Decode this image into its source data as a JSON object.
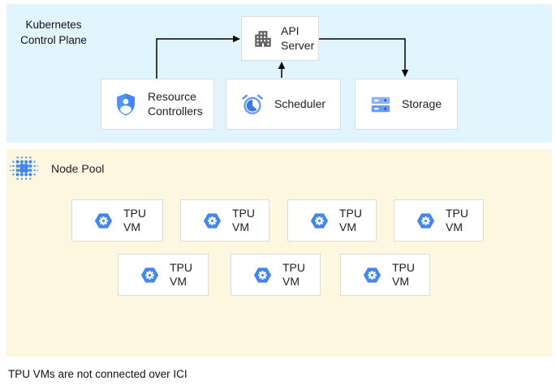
{
  "control_plane": {
    "label": "Kubernetes Control Plane",
    "bg_color": "#e1f5fe",
    "api_server": {
      "label": "API Server",
      "icon": "building-icon"
    },
    "resource_controllers": {
      "label": "Resource Controllers",
      "icon": "shield-user-icon"
    },
    "scheduler": {
      "label": "Scheduler",
      "icon": "alarm-clock-icon"
    },
    "storage": {
      "label": "Storage",
      "icon": "disks-icon"
    }
  },
  "edges": [
    {
      "from": "Resource Controllers",
      "to": "API Server"
    },
    {
      "from": "Scheduler",
      "to": "API Server"
    },
    {
      "from": "API Server",
      "to": "Storage"
    }
  ],
  "node_pool": {
    "label": "Node Pool",
    "icon": "dot-cluster-icon",
    "bg_color": "#fef7e0",
    "vm_icon": "tpu-hexagon-icon",
    "vms": [
      {
        "label": "TPU VM"
      },
      {
        "label": "TPU VM"
      },
      {
        "label": "TPU VM"
      },
      {
        "label": "TPU VM"
      },
      {
        "label": "TPU VM"
      },
      {
        "label": "TPU VM"
      },
      {
        "label": "TPU VM"
      }
    ]
  },
  "caption": "TPU VMs are not connected over ICI",
  "colors": {
    "accent_blue": "#4285f4",
    "light_blue": "#669df6",
    "icon_gray": "#616161",
    "box_border": "#d9dce0",
    "arrow": "#000000"
  }
}
